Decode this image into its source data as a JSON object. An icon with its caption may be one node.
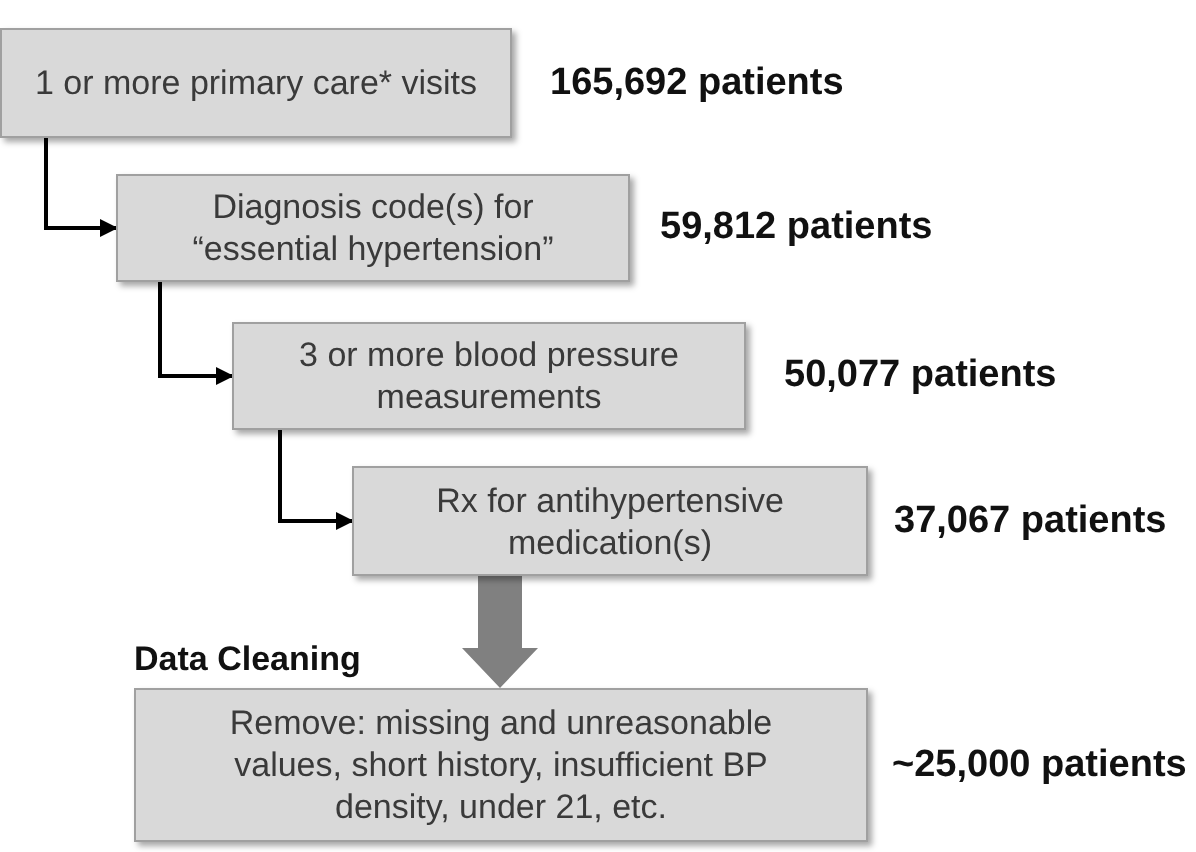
{
  "diagram": {
    "nodes": [
      {
        "text": [
          "1 or more primary care* visits"
        ],
        "beside": [
          "165,692 patients"
        ]
      },
      {
        "text": [
          "Diagnosis code(s) for “essential hypertension”"
        ],
        "beside": [
          "59,812 patients"
        ]
      },
      {
        "text": [
          "3 or more blood pressure measurements"
        ],
        "beside": [
          "50,077 patients"
        ]
      },
      {
        "text": [
          "Rx for antihypertensive medication(s)"
        ],
        "beside": [
          "37,067 patients"
        ]
      },
      {
        "text": [
          "Data Cleaning",
          "Remove: missing and unreasonable values, short history, insufficient BP density, under 21, etc."
        ],
        "beside": [
          "~25,000 patients"
        ]
      }
    ],
    "edges": [
      {
        "from": 0,
        "to": 1,
        "arrow": "to"
      },
      {
        "from": 1,
        "to": 2,
        "arrow": "to"
      },
      {
        "from": 2,
        "to": 3,
        "arrow": "to"
      },
      {
        "from": 3,
        "to": 4,
        "arrow": "to",
        "style": "thick",
        "color": "#808080"
      }
    ]
  }
}
